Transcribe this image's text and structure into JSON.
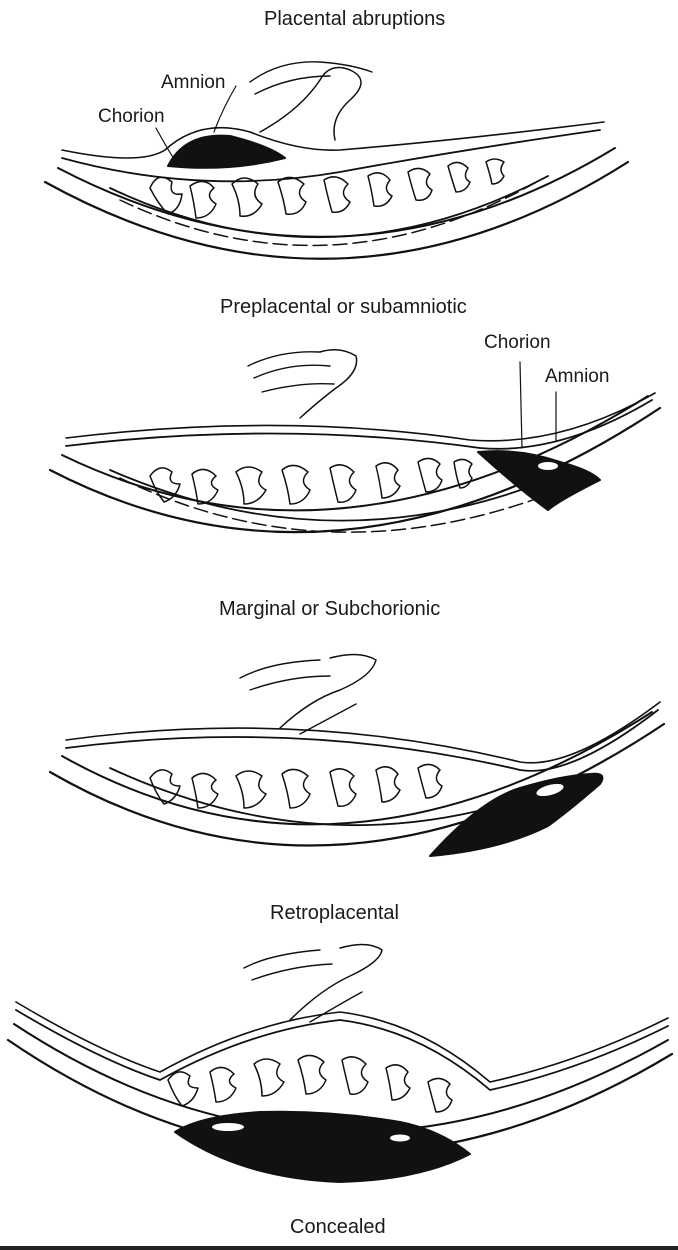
{
  "title": "Placental abruptions",
  "panels": [
    {
      "id": "subamniotic",
      "caption": "Preplacental or subamniotic",
      "labels": {
        "chorion": "Chorion",
        "amnion": "Amnion"
      }
    },
    {
      "id": "subchorionic",
      "caption": "Marginal or Subchorionic",
      "labels": {
        "chorion": "Chorion",
        "amnion": "Amnion"
      }
    },
    {
      "id": "retroplacental",
      "caption": "Retroplacental"
    },
    {
      "id": "concealed",
      "caption": "Concealed"
    }
  ],
  "colors": {
    "ink": "#111111",
    "paper": "#ffffff"
  }
}
